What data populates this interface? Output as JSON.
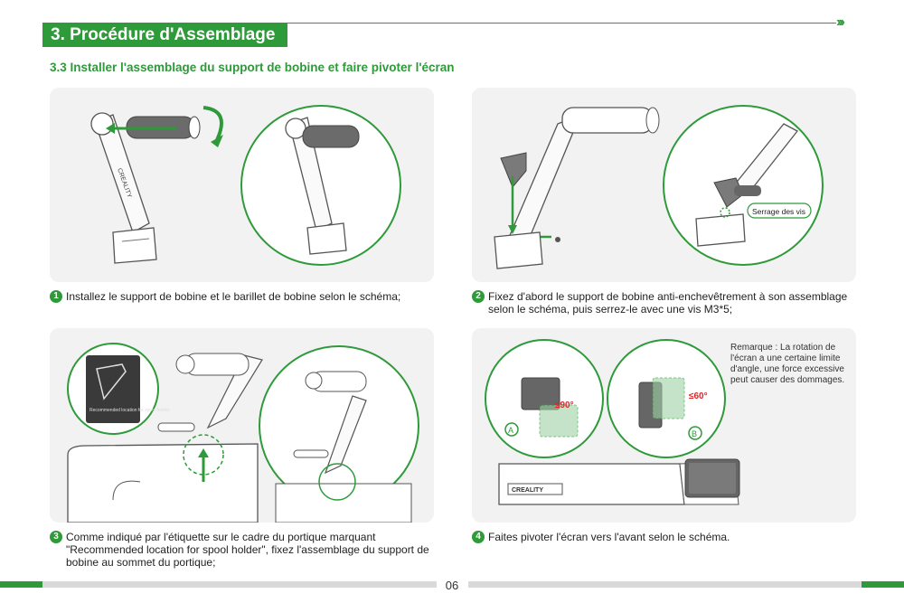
{
  "header": {
    "section_title": "3. Procédure d'Assemblage",
    "subsection_title": "3.3  Installer l'assemblage du support de bobine et faire pivoter l'écran"
  },
  "steps": [
    {
      "number": "1",
      "text": "Installez le support de bobine et le barillet de bobine selon le schéma;"
    },
    {
      "number": "2",
      "text": "Fixez d'abord le support de bobine anti-enchevêtrement à son assemblage selon le schéma, puis serrez-le avec une vis M3*5;"
    },
    {
      "number": "3",
      "text": "Comme indiqué par l'étiquette sur le cadre du portique marquant \"Recommended location for spool holder\", fixez l'assemblage du support de bobine au sommet du portique;"
    },
    {
      "number": "4",
      "text": "Faites pivoter l'écran vers l'avant selon le schéma."
    }
  ],
  "illustration_labels": {
    "brand_text": "CREALITY",
    "screw_callout": "Serrage des vis",
    "sticker_text": "Recommended location for spool holder",
    "angle_a": "≤90°",
    "angle_b": "≤60°",
    "marker_a": "A",
    "marker_b": "B"
  },
  "note": "Remarque : La rotation de l'écran a une certaine limite d'angle, une force excessive peut causer des dommages.",
  "page_number": "06",
  "colors": {
    "accent": "#2e9a3a",
    "panel_bg": "#f2f2f2",
    "warning_red": "#d9262b"
  }
}
